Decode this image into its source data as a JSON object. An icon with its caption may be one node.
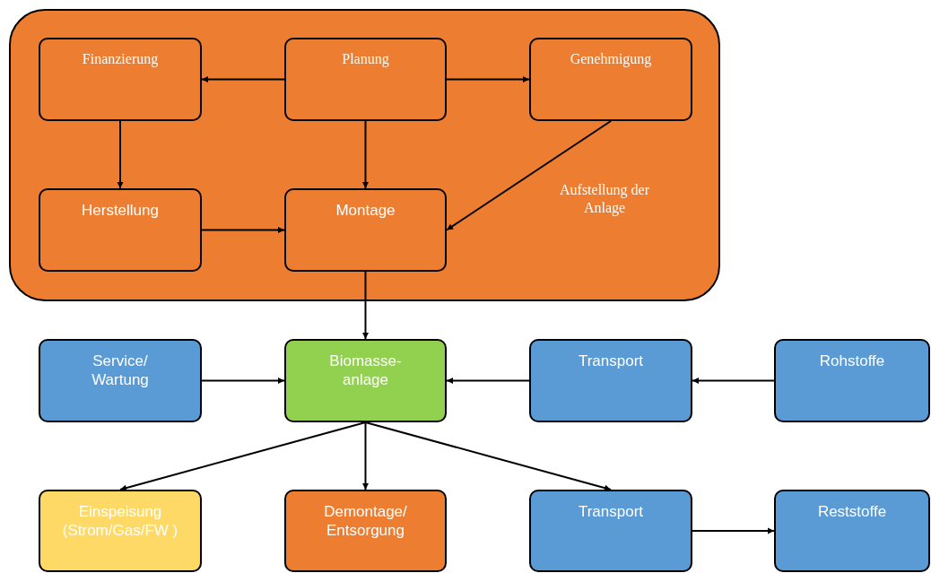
{
  "diagram": {
    "nodes": [
      {
        "text": [
          "Aufstellung der Anlage"
        ]
      },
      {
        "text": [
          "Finanzierung"
        ],
        "in": 0
      },
      {
        "text": [
          "Planung"
        ],
        "in": 0
      },
      {
        "text": [
          "Genehmigung"
        ],
        "in": 0
      },
      {
        "text": [
          "Herstellung"
        ],
        "in": 0
      },
      {
        "text": [
          "Montage"
        ],
        "in": 0
      },
      {
        "text": [
          "Service/ Wartung"
        ]
      },
      {
        "text": [
          "Biomasse- anlage"
        ]
      },
      {
        "text": [
          "Transport"
        ]
      },
      {
        "text": [
          "Rohstoffe"
        ]
      },
      {
        "text": [
          "Einspeisung (Strom/Gas/FW )"
        ]
      },
      {
        "text": [
          "Demontage/ Entsorgung"
        ]
      },
      {
        "text": [
          "Transport"
        ]
      },
      {
        "text": [
          "Reststoffe"
        ]
      }
    ],
    "edges": [
      {
        "from": 2,
        "to": 1,
        "arrow": "to"
      },
      {
        "from": 2,
        "to": 3,
        "arrow": "to"
      },
      {
        "from": 1,
        "to": 4,
        "arrow": "to"
      },
      {
        "from": 2,
        "to": 5,
        "arrow": "to"
      },
      {
        "from": 3,
        "to": 5,
        "arrow": "to"
      },
      {
        "from": 4,
        "to": 5,
        "arrow": "to"
      },
      {
        "from": 5,
        "to": 7,
        "arrow": "to"
      },
      {
        "from": 6,
        "to": 7,
        "arrow": "to"
      },
      {
        "from": 8,
        "to": 7,
        "arrow": "to"
      },
      {
        "from": 9,
        "to": 8,
        "arrow": "to"
      },
      {
        "from": 7,
        "to": 10,
        "arrow": "to"
      },
      {
        "from": 7,
        "to": 11,
        "arrow": "to"
      },
      {
        "from": 7,
        "to": 12,
        "arrow": "to"
      },
      {
        "from": 12,
        "to": 13,
        "arrow": "to"
      }
    ]
  }
}
